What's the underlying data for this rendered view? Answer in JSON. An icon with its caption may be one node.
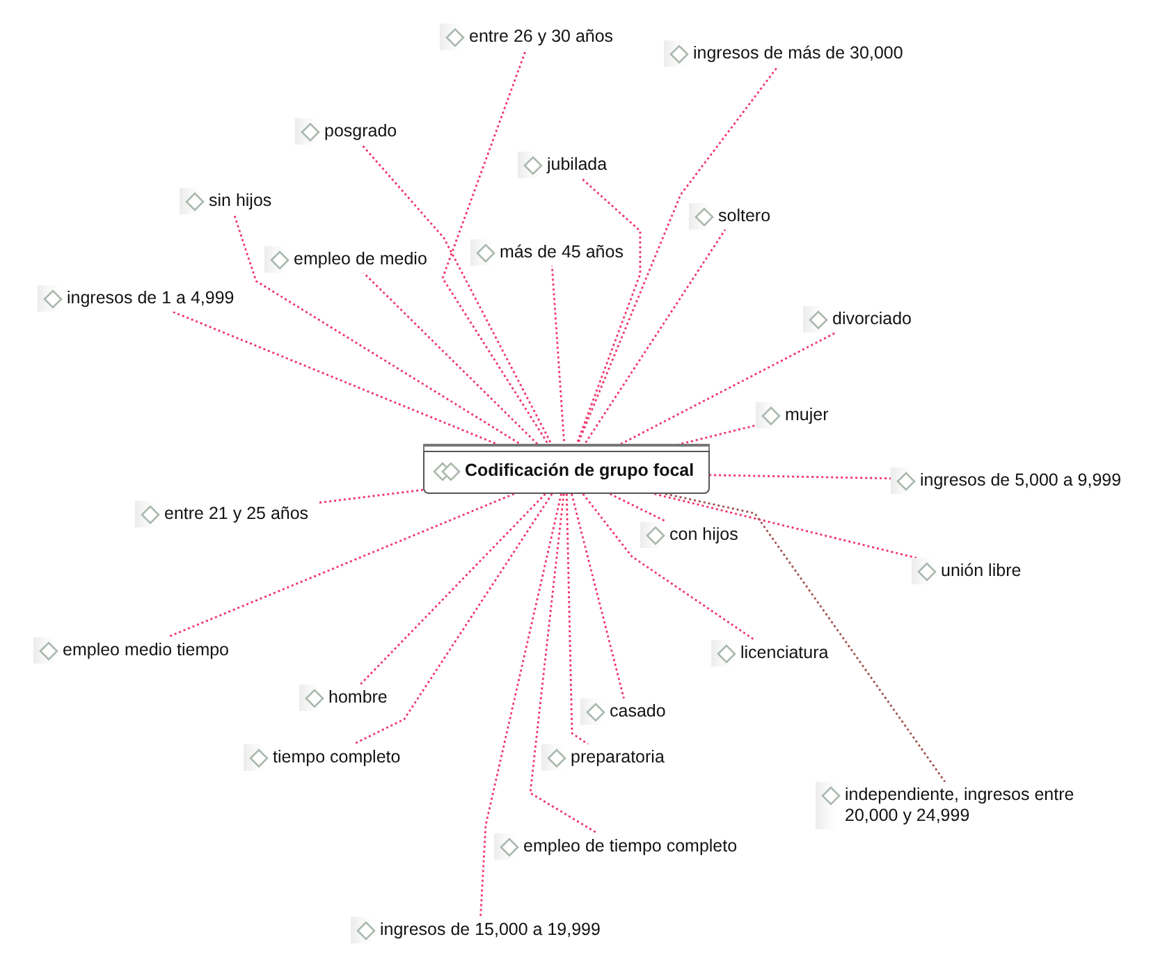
{
  "diagram": {
    "nodes": [
      {
        "text": [
          "Codificación de grupo focal"
        ]
      },
      {
        "text": [
          "entre 26 y 30 años"
        ]
      },
      {
        "text": [
          "ingresos de más de 30,000"
        ]
      },
      {
        "text": [
          "posgrado"
        ]
      },
      {
        "text": [
          "jubilada"
        ]
      },
      {
        "text": [
          "sin hijos"
        ]
      },
      {
        "text": [
          "soltero"
        ]
      },
      {
        "text": [
          "empleo de medio"
        ]
      },
      {
        "text": [
          "más de 45 años"
        ]
      },
      {
        "text": [
          "ingresos de 1 a 4,999"
        ]
      },
      {
        "text": [
          "divorciado"
        ]
      },
      {
        "text": [
          "mujer"
        ]
      },
      {
        "text": [
          "ingresos de 5,000 a 9,999"
        ]
      },
      {
        "text": [
          "entre 21 y 25 años"
        ]
      },
      {
        "text": [
          "con hijos"
        ]
      },
      {
        "text": [
          "unión libre"
        ]
      },
      {
        "text": [
          "empleo medio tiempo"
        ]
      },
      {
        "text": [
          "licenciatura"
        ]
      },
      {
        "text": [
          "hombre"
        ]
      },
      {
        "text": [
          "casado"
        ]
      },
      {
        "text": [
          "tiempo completo"
        ]
      },
      {
        "text": [
          "preparatoria"
        ]
      },
      {
        "text": [
          "independiente, ingresos entre 20,000 y 24,999"
        ]
      },
      {
        "text": [
          "empleo de tiempo completo"
        ]
      },
      {
        "text": [
          "ingresos de 15,000 a 19,999"
        ]
      }
    ],
    "edges": [
      {
        "from": 0,
        "to": 1,
        "arrow": "none"
      },
      {
        "from": 0,
        "to": 2,
        "arrow": "none"
      },
      {
        "from": 0,
        "to": 3,
        "arrow": "none"
      },
      {
        "from": 0,
        "to": 4,
        "arrow": "none"
      },
      {
        "from": 0,
        "to": 5,
        "arrow": "none"
      },
      {
        "from": 0,
        "to": 6,
        "arrow": "none"
      },
      {
        "from": 0,
        "to": 7,
        "arrow": "none"
      },
      {
        "from": 0,
        "to": 8,
        "arrow": "none"
      },
      {
        "from": 0,
        "to": 9,
        "arrow": "none"
      },
      {
        "from": 0,
        "to": 10,
        "arrow": "none"
      },
      {
        "from": 0,
        "to": 11,
        "arrow": "none"
      },
      {
        "from": 0,
        "to": 12,
        "arrow": "none"
      },
      {
        "from": 0,
        "to": 13,
        "arrow": "none"
      },
      {
        "from": 0,
        "to": 14,
        "arrow": "none"
      },
      {
        "from": 0,
        "to": 15,
        "arrow": "none"
      },
      {
        "from": 0,
        "to": 16,
        "arrow": "none"
      },
      {
        "from": 0,
        "to": 17,
        "arrow": "none"
      },
      {
        "from": 0,
        "to": 18,
        "arrow": "none"
      },
      {
        "from": 0,
        "to": 19,
        "arrow": "none"
      },
      {
        "from": 0,
        "to": 20,
        "arrow": "none"
      },
      {
        "from": 0,
        "to": 21,
        "arrow": "none"
      },
      {
        "from": 0,
        "to": 22,
        "arrow": "none",
        "color": "#a0504f"
      },
      {
        "from": 0,
        "to": 23,
        "arrow": "none"
      },
      {
        "from": 0,
        "to": 24,
        "arrow": "none"
      }
    ]
  }
}
